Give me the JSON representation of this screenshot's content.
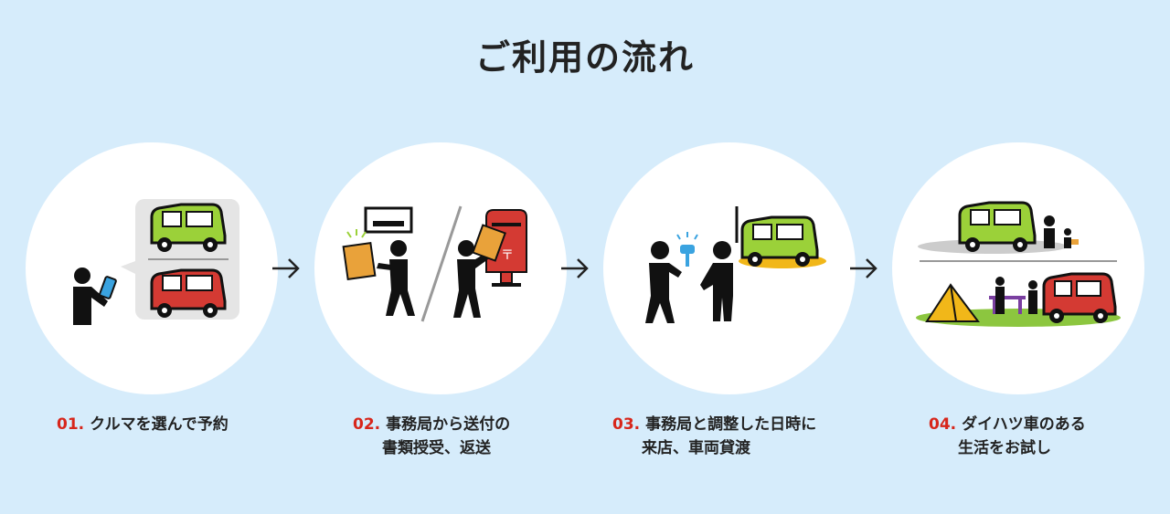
{
  "page": {
    "title": "ご利用の流れ"
  },
  "steps": [
    {
      "number": "01.",
      "line1": "クルマを選んで予約",
      "line2": ""
    },
    {
      "number": "02.",
      "line1": "事務局から送付の",
      "line2": "書類授受、返送"
    },
    {
      "number": "03.",
      "line1": "事務局と調整した日時に",
      "line2": "来店、車両貸渡"
    },
    {
      "number": "04.",
      "line1": "ダイハツ車のある",
      "line2": "生活をお試し"
    }
  ],
  "colors": {
    "background": "#d6ecfb",
    "accent_red": "#d7261b",
    "car_green": "#9bd139",
    "car_red": "#d43a33",
    "envelope": "#e9a23a",
    "key_blue": "#3aa3e0",
    "tent": "#f1b719",
    "grass": "#8cc63f"
  },
  "icons": [
    "person-with-phone-icon",
    "car-icon",
    "envelope-icon",
    "mailbox-icon",
    "key-icon",
    "tent-icon",
    "arrow-right-icon"
  ]
}
